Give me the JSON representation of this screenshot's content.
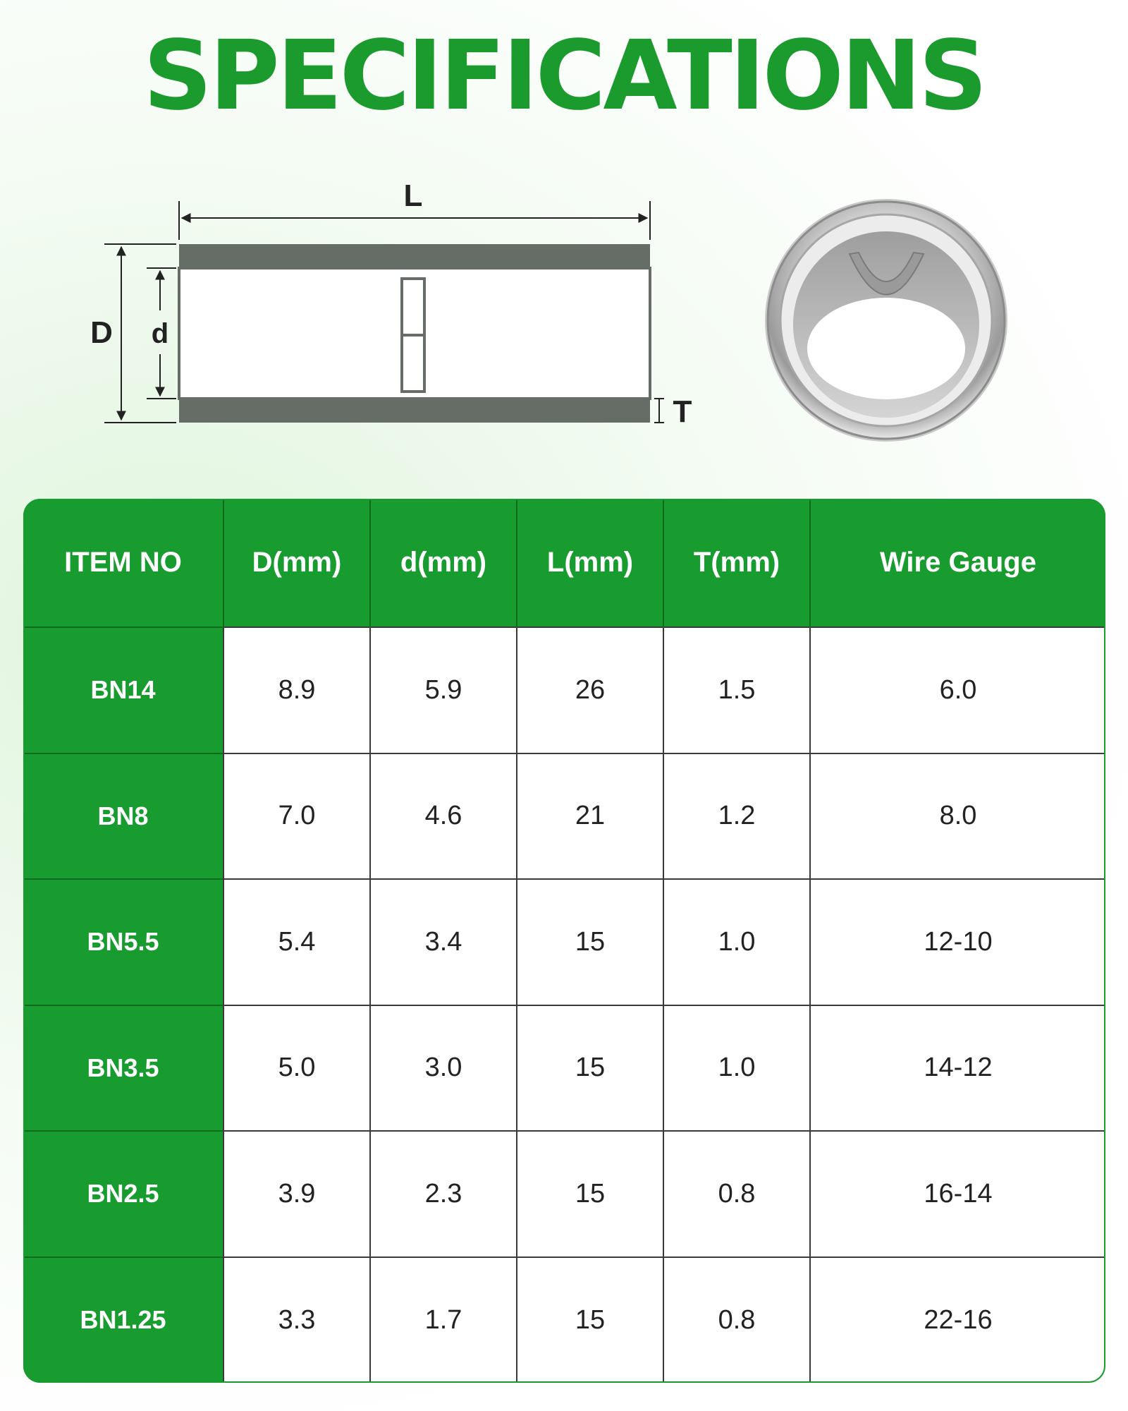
{
  "title": "SPECIFICATIONS",
  "diagram": {
    "label_L": "L",
    "label_D": "D",
    "label_d": "d",
    "label_T": "T"
  },
  "colors": {
    "brand_green": "#189b2f",
    "tube_gray": "#656d66"
  },
  "table": {
    "headers": [
      "ITEM NO",
      "D(mm)",
      "d(mm)",
      "L(mm)",
      "T(mm)",
      "Wire Gauge"
    ],
    "rows": [
      {
        "item": "BN14",
        "D": "8.9",
        "d": "5.9",
        "L": "26",
        "T": "1.5",
        "gauge": "6.0"
      },
      {
        "item": "BN8",
        "D": "7.0",
        "d": "4.6",
        "L": "21",
        "T": "1.2",
        "gauge": "8.0"
      },
      {
        "item": "BN5.5",
        "D": "5.4",
        "d": "3.4",
        "L": "15",
        "T": "1.0",
        "gauge": "12-10"
      },
      {
        "item": "BN3.5",
        "D": "5.0",
        "d": "3.0",
        "L": "15",
        "T": "1.0",
        "gauge": "14-12"
      },
      {
        "item": "BN2.5",
        "D": "3.9",
        "d": "2.3",
        "L": "15",
        "T": "0.8",
        "gauge": "16-14"
      },
      {
        "item": "BN1.25",
        "D": "3.3",
        "d": "1.7",
        "L": "15",
        "T": "0.8",
        "gauge": "22-16"
      }
    ]
  }
}
